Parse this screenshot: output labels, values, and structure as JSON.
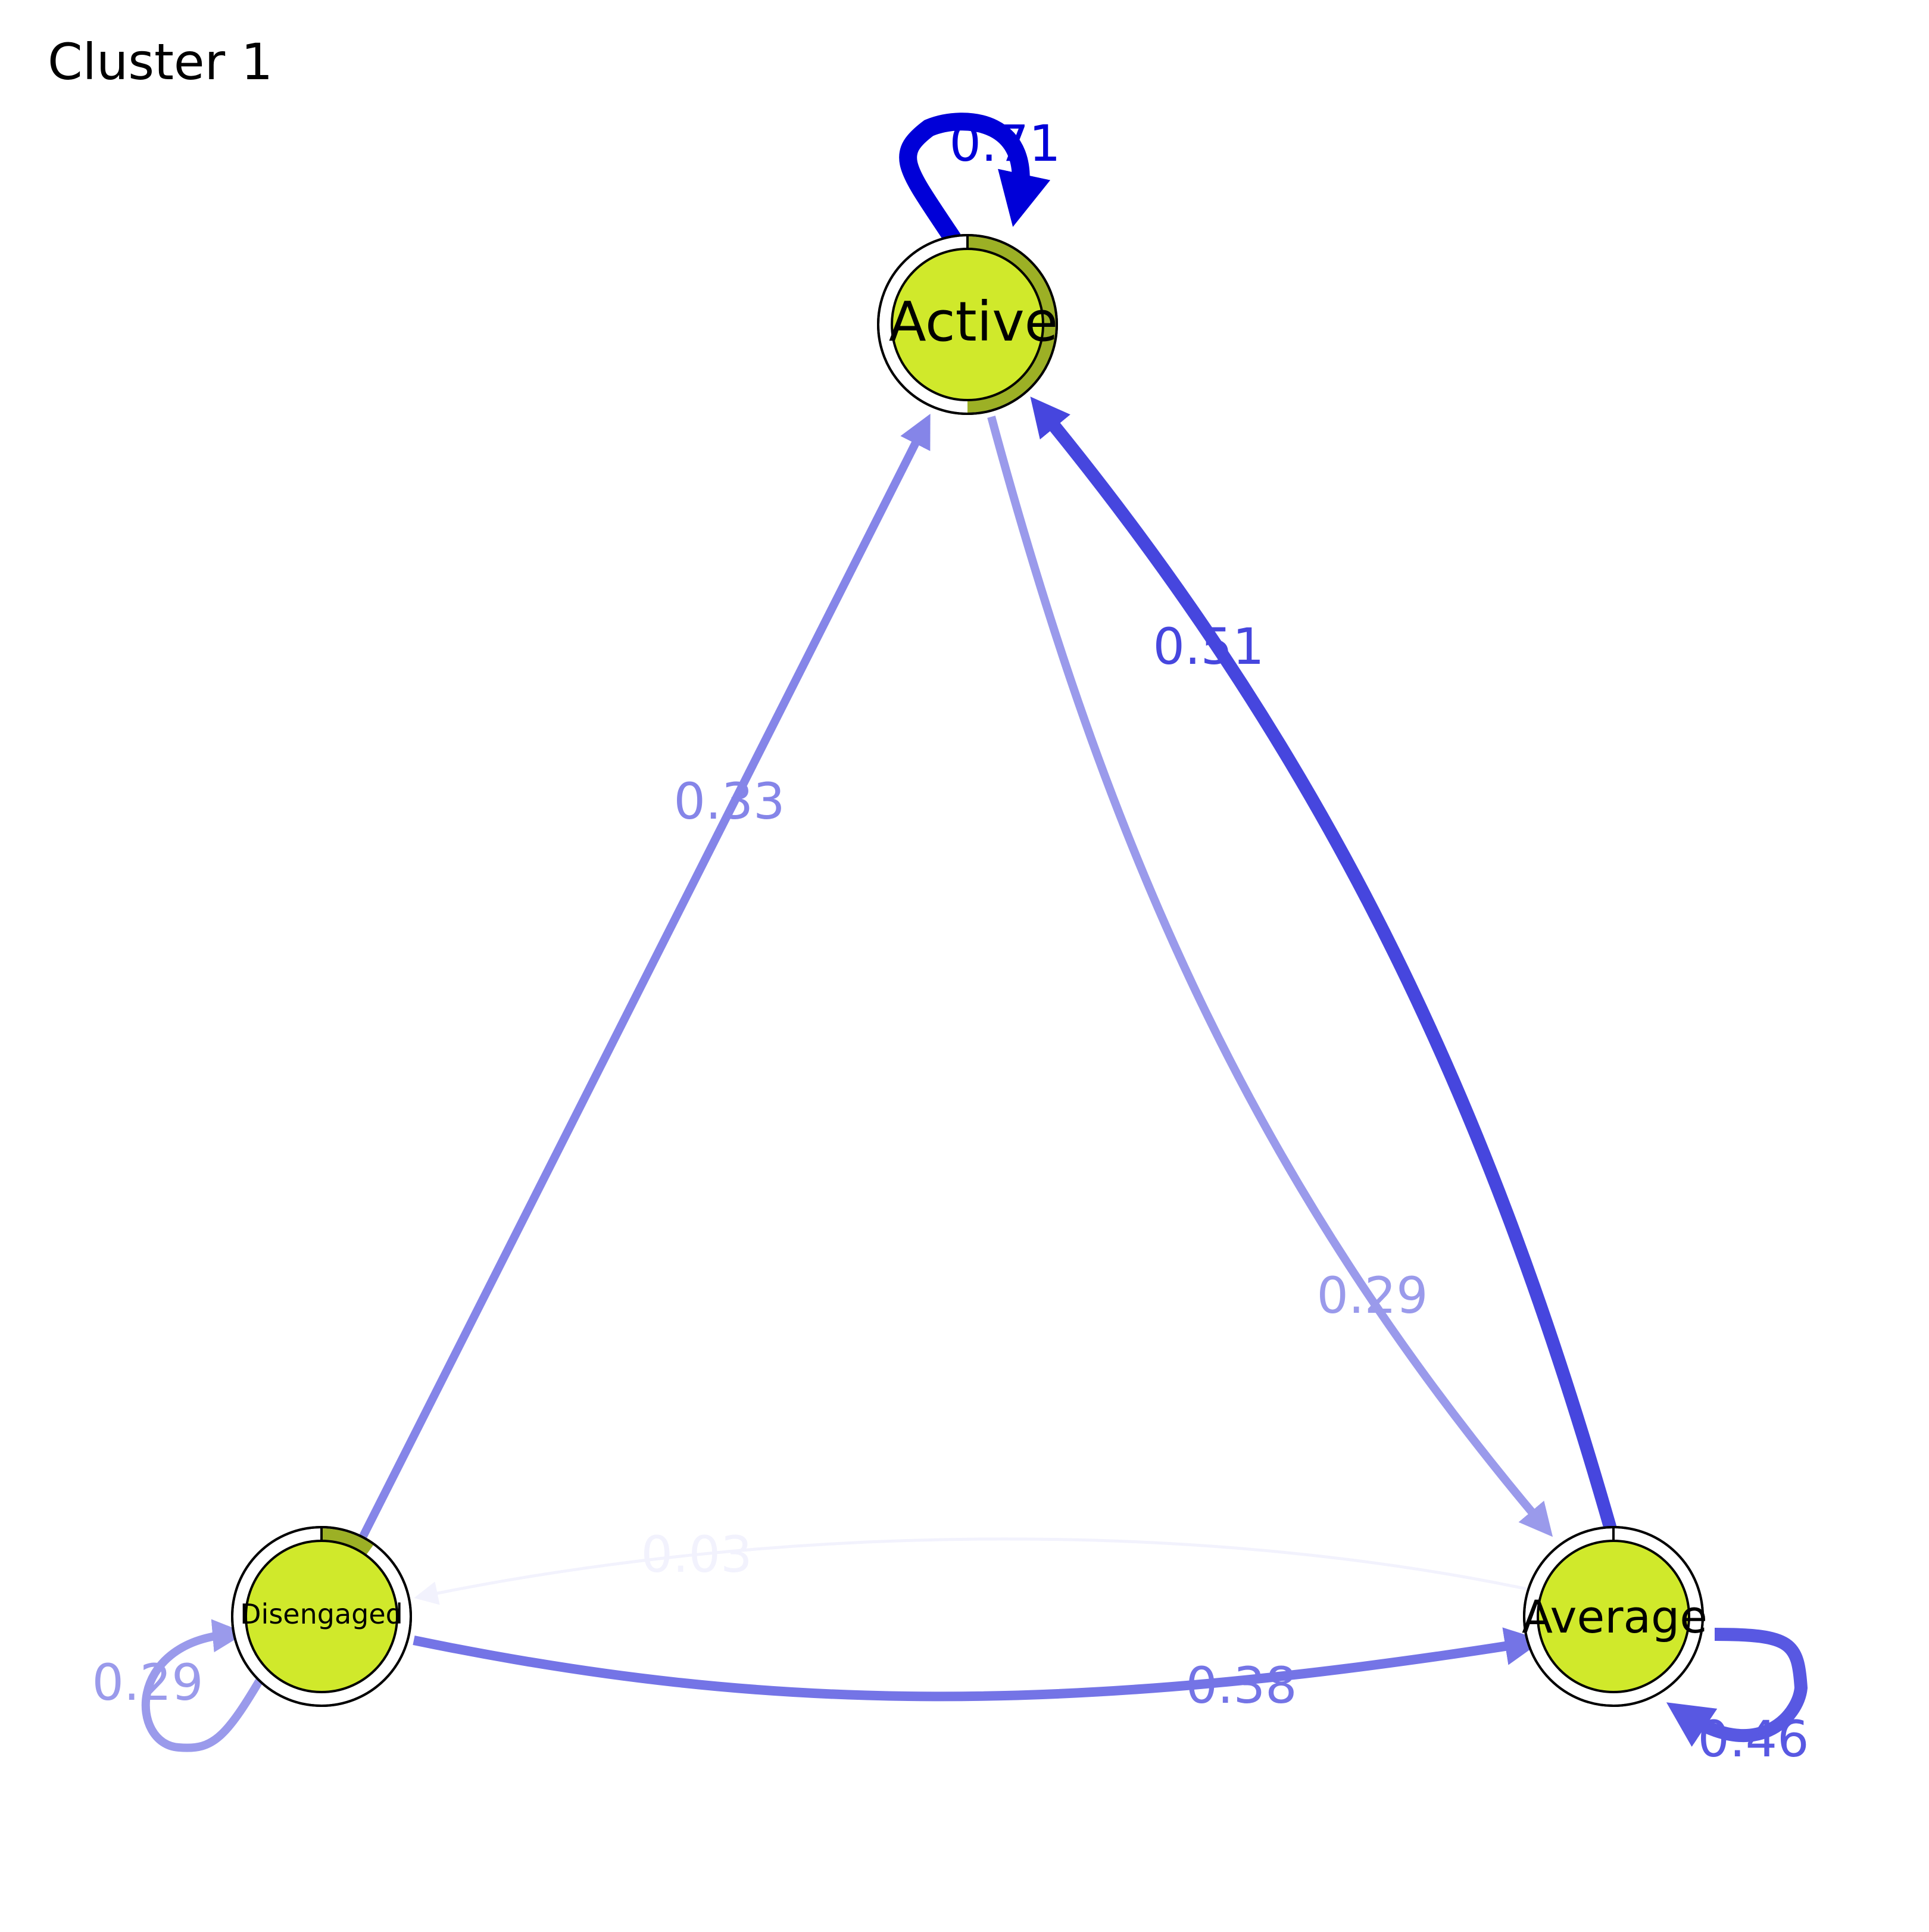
{
  "title": "Cluster 1",
  "nodes": {
    "active": {
      "label": "Active",
      "fill": "#d0e92b",
      "ring_color": "#9cb025",
      "ring_fraction": 0.5
    },
    "average": {
      "label": "Average",
      "fill": "#d0e92b",
      "ring_color": "#9cb025",
      "ring_fraction": 0.0
    },
    "disengaged": {
      "label": "Disengaged",
      "fill": "#d0e92b",
      "ring_color": "#9cb025",
      "ring_fraction": 0.1
    }
  },
  "edges": [
    {
      "from": "Active",
      "to": "Active",
      "weight_label": "0.71",
      "color": "#0000d8"
    },
    {
      "from": "Average",
      "to": "Active",
      "weight_label": "0.51",
      "color": "#4646de"
    },
    {
      "from": "Disengaged",
      "to": "Active",
      "weight_label": "0.33",
      "color": "#8585e8"
    },
    {
      "from": "Active",
      "to": "Average",
      "weight_label": "0.29",
      "color": "#9a9aeb"
    },
    {
      "from": "Average",
      "to": "Average",
      "weight_label": "0.46",
      "color": "#5858e2"
    },
    {
      "from": "Disengaged",
      "to": "Average",
      "weight_label": "0.38",
      "color": "#7474e6"
    },
    {
      "from": "Average",
      "to": "Disengaged",
      "weight_label": "0.03",
      "color": "#f2f2fd"
    },
    {
      "from": "Disengaged",
      "to": "Disengaged",
      "weight_label": "0.29",
      "color": "#9a9aeb"
    }
  ]
}
